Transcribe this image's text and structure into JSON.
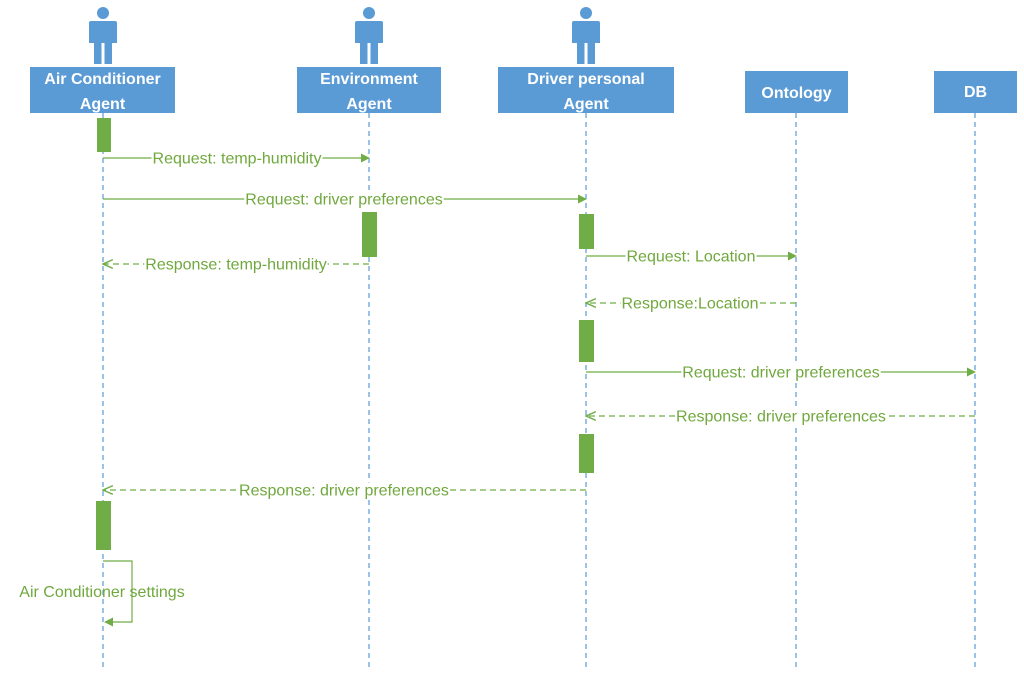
{
  "colors": {
    "actor_box": "#5b9bd5",
    "actor_text": "#ffffff",
    "lifeline": "#5b9bd5",
    "activation": "#70ad47",
    "message": "#70ad47",
    "message_text": "#70a83e"
  },
  "actors": [
    {
      "id": "ac",
      "icon": "person-icon",
      "label_lines": [
        "Air Conditioner",
        "Agent"
      ]
    },
    {
      "id": "env",
      "icon": "person-icon",
      "label_lines": [
        "Environment",
        "Agent"
      ]
    },
    {
      "id": "drv",
      "icon": "person-icon",
      "label_lines": [
        "Driver personal",
        "Agent"
      ]
    },
    {
      "id": "ont",
      "icon": null,
      "label_lines": [
        "Ontology"
      ]
    },
    {
      "id": "db",
      "icon": null,
      "label_lines": [
        "DB"
      ]
    }
  ],
  "messages": [
    {
      "from": "ac",
      "to": "env",
      "kind": "request",
      "label": "Request: temp-humidity"
    },
    {
      "from": "ac",
      "to": "drv",
      "kind": "request",
      "label": "Request: driver preferences"
    },
    {
      "from": "env",
      "to": "ac",
      "kind": "response",
      "label": "Response: temp-humidity"
    },
    {
      "from": "drv",
      "to": "ont",
      "kind": "request",
      "label": "Request: Location"
    },
    {
      "from": "ont",
      "to": "drv",
      "kind": "response",
      "label": "Response:Location"
    },
    {
      "from": "drv",
      "to": "db",
      "kind": "request",
      "label": "Request: driver preferences"
    },
    {
      "from": "db",
      "to": "drv",
      "kind": "response",
      "label": "Response: driver preferences"
    },
    {
      "from": "drv",
      "to": "ac",
      "kind": "response",
      "label": "Response: driver preferences"
    },
    {
      "from": "ac",
      "to": "ac",
      "kind": "self",
      "label": "Air Conditioner settings"
    }
  ]
}
